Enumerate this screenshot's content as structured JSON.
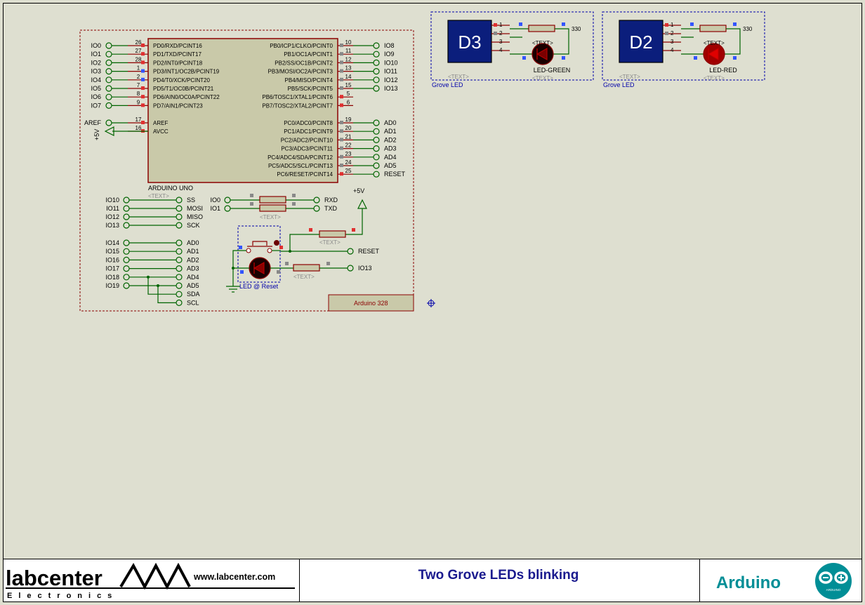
{
  "title_block": {
    "logo_word": "labcenter",
    "logo_sub": "Electronics",
    "url": "www.labcenter.com",
    "title": "Two Grove LEDs blinking",
    "brand": "Arduino",
    "brand_icon_text": "ARDUINO",
    "brand_icon": "arduino-logo-icon"
  },
  "colors": {
    "sheet": "#dedfd0",
    "wire": "#006400",
    "component": "#8b0000",
    "chip_fill": "#c9c9a9",
    "grove_fill": "#0b1e7c",
    "title_blue": "#1a1a8e",
    "arduino_teal": "#008e96"
  },
  "mcu": {
    "name": "ARDUINO UNO",
    "left_pins": [
      {
        "io": "IO0",
        "num": "26",
        "name": "PD0/RXD/PCINT16"
      },
      {
        "io": "IO1",
        "num": "27",
        "name": "PD1/TXD/PCINT17"
      },
      {
        "io": "IO2",
        "num": "28",
        "name": "PD2/INT0/PCINT18"
      },
      {
        "io": "IO3",
        "num": "1",
        "name": "PD3/INT1/OC2B/PCINT19"
      },
      {
        "io": "IO4",
        "num": "2",
        "name": "PD4/T0/XCK/PCINT20"
      },
      {
        "io": "IO5",
        "num": "7",
        "name": "PD5/T1/OC0B/PCINT21"
      },
      {
        "io": "IO6",
        "num": "8",
        "name": "PD6/AIN0/OC0A/PCINT22"
      },
      {
        "io": "IO7",
        "num": "9",
        "name": "PD7/AIN1/PCINT23"
      }
    ],
    "ref_pins": [
      {
        "io": "AREF",
        "num": "17",
        "name": "AREF"
      },
      {
        "io": "",
        "num": "16",
        "name": "AVCC"
      }
    ],
    "vcc": "+5V",
    "right_pins": [
      {
        "io": "IO8",
        "num": "10",
        "name": "PB0/ICP1/CLKO/PCINT0"
      },
      {
        "io": "IO9",
        "num": "11",
        "name": "PB1/OC1A/PCINT1"
      },
      {
        "io": "IO10",
        "num": "12",
        "name": "PB2/SS/OC1B/PCINT2"
      },
      {
        "io": "IO11",
        "num": "13",
        "name": "PB3/MOSI/OC2A/PCINT3"
      },
      {
        "io": "IO12",
        "num": "14",
        "name": "PB4/MISO/PCINT4"
      },
      {
        "io": "IO13",
        "num": "15",
        "name": "PB5/SCK/PCINT5"
      },
      {
        "io": "",
        "num": "5",
        "name": "PB6/TOSC1/XTAL1/PCINT6"
      },
      {
        "io": "",
        "num": "6",
        "name": "PB7/TOSC2/XTAL2/PCINT7"
      }
    ],
    "right_pins2": [
      {
        "io": "AD0",
        "num": "19",
        "name": "PC0/ADC0/PCINT8"
      },
      {
        "io": "AD1",
        "num": "20",
        "name": "PC1/ADC1/PCINT9"
      },
      {
        "io": "AD2",
        "num": "21",
        "name": "PC2/ADC2/PCINT10"
      },
      {
        "io": "AD3",
        "num": "22",
        "name": "PC3/ADC3/PCINT11"
      },
      {
        "io": "AD4",
        "num": "23",
        "name": "PC4/ADC4/SDA/PCINT12"
      },
      {
        "io": "AD5",
        "num": "24",
        "name": "PC5/ADC5/SCL/PCINT13"
      },
      {
        "io": "RESET",
        "num": "25",
        "name": "PC6/RESET/PCINT14"
      }
    ]
  },
  "spi_map": [
    {
      "from": "IO10",
      "to": "SS"
    },
    {
      "from": "IO11",
      "to": "MOSI"
    },
    {
      "from": "IO12",
      "to": "MISO"
    },
    {
      "from": "IO13",
      "to": "SCK"
    }
  ],
  "ad_map": [
    {
      "from": "IO14",
      "to": "AD0"
    },
    {
      "from": "IO15",
      "to": "AD1"
    },
    {
      "from": "IO16",
      "to": "AD2"
    },
    {
      "from": "IO17",
      "to": "AD3"
    },
    {
      "from": "IO18",
      "to": "AD4"
    },
    {
      "from": "IO19",
      "to": "AD5"
    },
    {
      "from": "",
      "to": "SDA"
    },
    {
      "from": "",
      "to": "SCL"
    }
  ],
  "serial_map": [
    {
      "from": "IO0",
      "to": "RXD"
    },
    {
      "from": "IO1",
      "to": "TXD"
    }
  ],
  "reset_circuit": {
    "vcc": "+5V",
    "reset": "RESET",
    "io13": "IO13",
    "led_label": "LED @ Reset"
  },
  "text_placeholder": "<TEXT>",
  "board_label": "Arduino 328",
  "grove_modules": [
    {
      "port": "D3",
      "label": "Grove LED",
      "led": "LED-GREEN",
      "res": "330",
      "led_color": "#c00000",
      "pins": [
        "1",
        "2",
        "3",
        "4"
      ]
    },
    {
      "port": "D2",
      "label": "Grove LED",
      "led": "LED-RED",
      "res": "330",
      "led_color": "#e00000",
      "pins": [
        "1",
        "2",
        "3",
        "4"
      ]
    }
  ]
}
